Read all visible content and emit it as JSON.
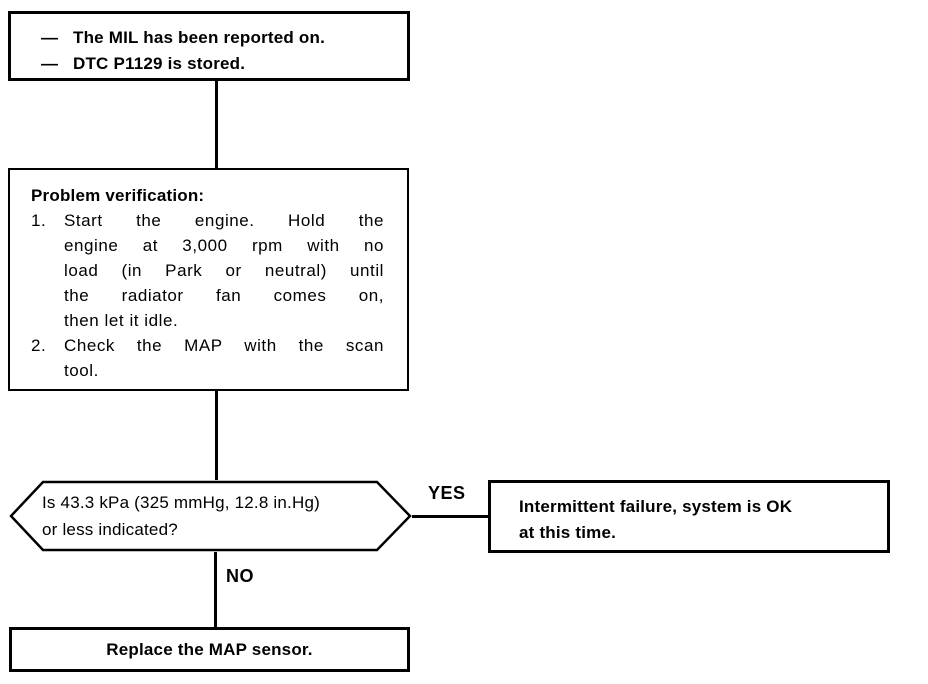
{
  "colors": {
    "ink": "#000000",
    "paper": "#ffffff"
  },
  "nodes": {
    "symptom": {
      "bullet": "—",
      "lines": [
        "The MIL has been reported on.",
        "DTC P1129 is stored."
      ]
    },
    "verification": {
      "heading": "Problem verification:",
      "steps": [
        {
          "num": "1.",
          "lines": [
            "Start the engine. Hold the",
            "engine at 3,000 rpm with no",
            "load (in Park or neutral) until",
            "the radiator fan comes on,",
            "then let it idle."
          ]
        },
        {
          "num": "2.",
          "lines": [
            "Check the MAP with the scan",
            "tool."
          ]
        }
      ]
    },
    "decision": {
      "lines": [
        "Is 43.3 kPa (325 mmHg, 12.8 in.Hg)",
        "or less indicated?"
      ]
    },
    "yes_result": {
      "lines": [
        "Intermittent failure, system is OK",
        "at this time."
      ]
    },
    "no_result": {
      "text": "Replace the MAP sensor."
    }
  },
  "labels": {
    "yes": "YES",
    "no": "NO"
  }
}
